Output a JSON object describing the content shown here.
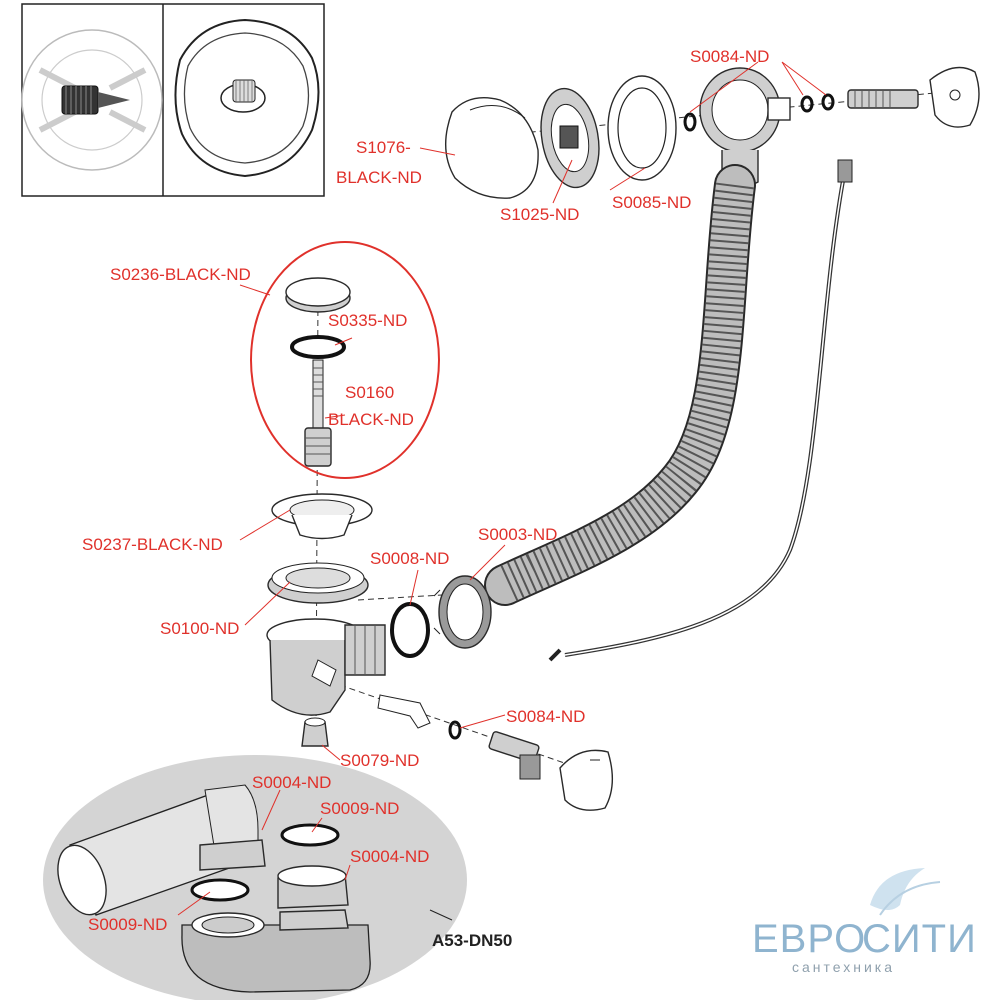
{
  "labels": {
    "s0084_top": "S0084-ND",
    "s1076_a": "S1076-",
    "s1076_b": "BLACK-ND",
    "s1025": "S1025-ND",
    "s0085": "S0085-ND",
    "s0236": "S0236-BLACK-ND",
    "s0335": "S0335-ND",
    "s0160_a": "S0160",
    "s0160_b": "BLACK-ND",
    "s0237": "S0237-BLACK-ND",
    "s0008": "S0008-ND",
    "s0003": "S0003-ND",
    "s0100": "S0100-ND",
    "s0084_mid": "S0084-ND",
    "s0079": "S0079-ND",
    "s0004_top": "S0004-ND",
    "s0009_top": "S0009-ND",
    "s0004_mid": "S0004-ND",
    "s0009_left": "S0009-ND",
    "a53": "A53-DN50"
  },
  "brand": {
    "name_left": "ЕВРО",
    "name_right": "СИТИ",
    "tagline": "сантехника"
  },
  "colors": {
    "label_red": "#e0312b",
    "outline": "#2a2a2a",
    "highlight_ellipse": "#e0312b",
    "bottom_ellipse_fill": "#d4d4d4",
    "brand_blue": "#8fb4cf"
  }
}
